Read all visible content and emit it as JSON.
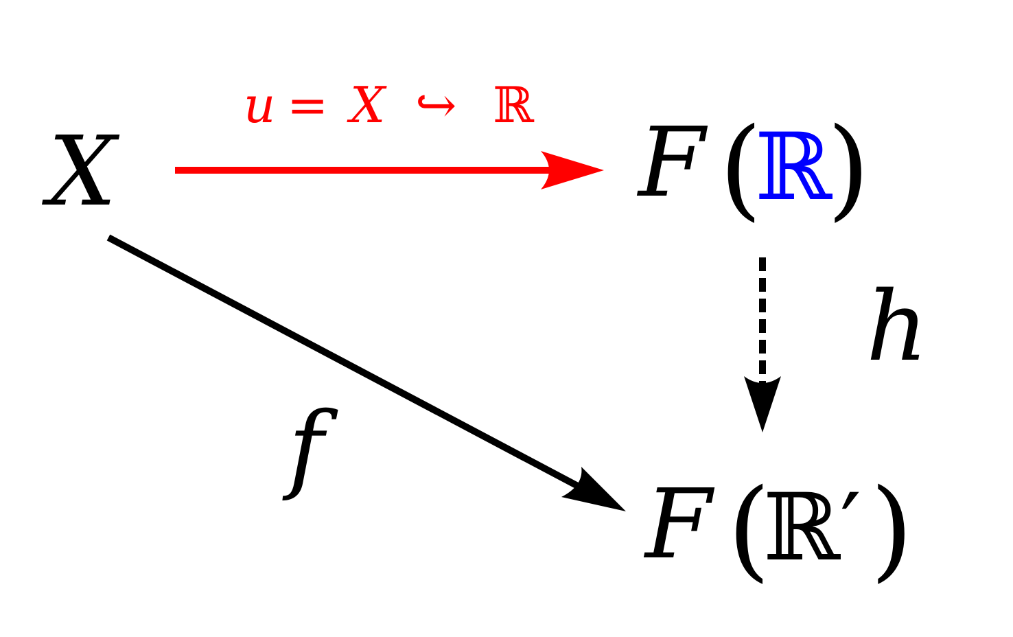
{
  "nodes": {
    "x": {
      "text": "X"
    },
    "f_r": {
      "func": "F",
      "open": "(",
      "arg": "ℝ",
      "close": ")"
    },
    "f_r_prime": {
      "func": "F",
      "open": "(",
      "arg": "ℝ′",
      "close": ")"
    }
  },
  "arrows": {
    "u": {
      "label_var": "u",
      "label_eq": "=",
      "label_src": "X",
      "label_hook": "↪",
      "label_tgt": "ℝ"
    },
    "h": {
      "label": "h"
    },
    "f": {
      "label": "f"
    }
  },
  "colors": {
    "u_arrow": "#ff0000",
    "r_highlight": "#0000ff",
    "default": "#000000"
  }
}
